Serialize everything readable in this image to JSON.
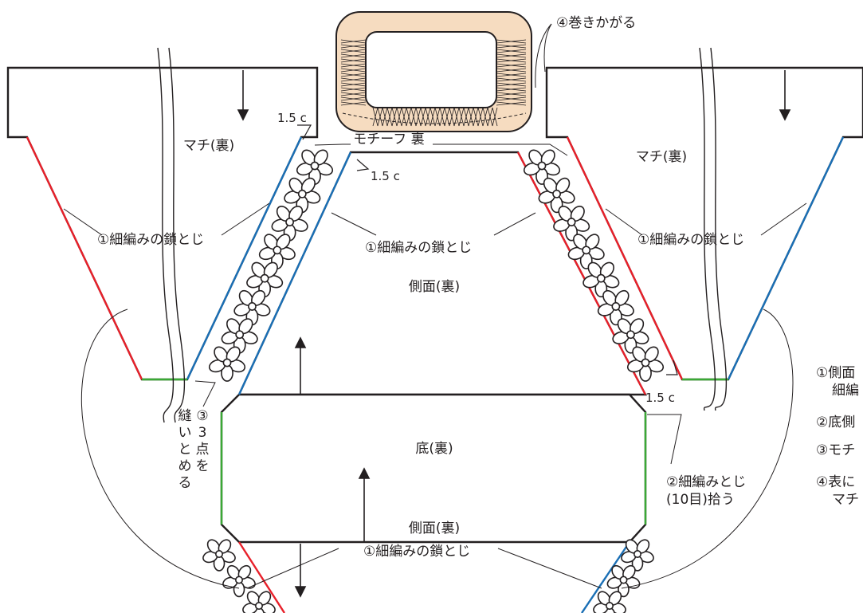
{
  "labels": {
    "machi_left": "マチ(裏)",
    "machi_right": "マチ(裏)",
    "side_top": "側面(裏)",
    "side_bottom": "側面(裏)",
    "bottom": "底(裏)",
    "motif_back": "モチーフ 裏",
    "whip": "④巻きかがる",
    "chain_left": "①細編みの鎖とじ",
    "chain_center": "①細編みの鎖とじ",
    "chain_right": "①細編みの鎖とじ",
    "chain_bottom": "①細編みの鎖とじ",
    "sc_join": "②細編みとじ",
    "sc_join_sub": "(10目)拾う",
    "sew_3pts": [
      "縫",
      "い",
      "と",
      "め",
      "る"
    ],
    "sew_3pts_col2": [
      "③",
      "3",
      "点",
      "を"
    ],
    "margin_1": "1.5 c",
    "margin_2": "1.5 c",
    "margin_3": "1.5 c"
  },
  "notes": [
    {
      "line1": "①側面",
      "line2": "細編"
    },
    {
      "line1": "②底側",
      "line2": ""
    },
    {
      "line1": "③モチ",
      "line2": ""
    },
    {
      "line1": "④表に",
      "line2": "マチ"
    }
  ],
  "colors": {
    "red": "#e8202a",
    "blue": "#1a6fb5",
    "green": "#3aa935",
    "motif_fill": "#f6dcc0",
    "outline": "#231f20"
  }
}
